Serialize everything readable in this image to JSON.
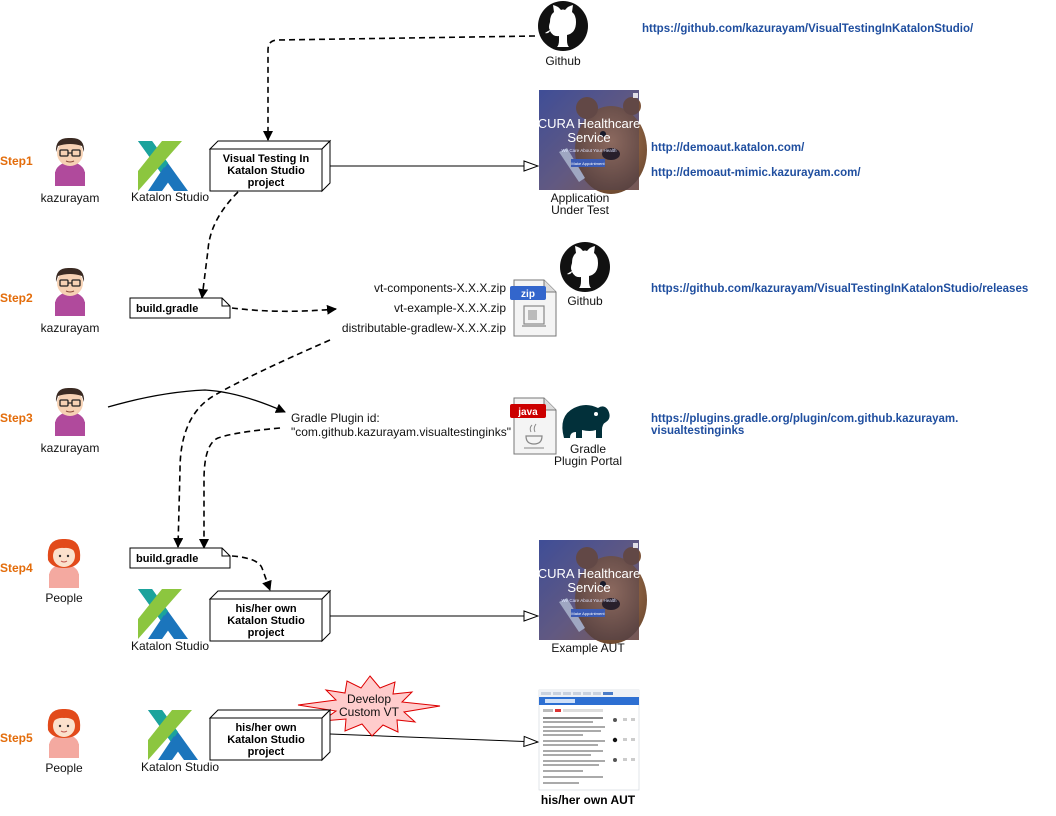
{
  "colors": {
    "step": "#e36c0a",
    "link": "#1f4e9f",
    "katalon_green": "#8cc63f",
    "katalon_teal": "#1ba39c",
    "katalon_blue": "#1b75bc",
    "zip_badge": "#3366cc",
    "java_badge": "#cc0000",
    "gradle": "#02303a",
    "burst": "#ffcccc",
    "burst_stroke": "#dd0000"
  },
  "github_top": {
    "label": "Github",
    "url": "https://github.com/kazurayam/VisualTestingInKatalonStudio/"
  },
  "steps": {
    "s1": "Step1",
    "s2": "Step2",
    "s3": "Step3",
    "s4": "Step4",
    "s5": "Step5"
  },
  "actors": {
    "a1": "kazurayam",
    "a2": "kazurayam",
    "a3": "kazurayam",
    "p4": "People",
    "p5": "People"
  },
  "katalon": {
    "k1": "Katalon Studio",
    "k4": "Katalon Studio",
    "k5": "Katalon Studio"
  },
  "projects": {
    "p1": [
      "Visual Testing In",
      "Katalon Studio",
      "project"
    ],
    "p4": [
      "his/her own",
      "Katalon Studio",
      "project"
    ],
    "p5": [
      "his/her own",
      "Katalon Studio",
      "project"
    ]
  },
  "aut1": {
    "screen_title": [
      "CURA Healthcare",
      "Service"
    ],
    "screen_sub": "We Care About Your Health",
    "screen_btn": "Make Appointment",
    "label": [
      "Application",
      "Under Test"
    ],
    "urls": [
      "http://demoaut.katalon.com/",
      "http://demoaut-mimic.kazurayam.com/"
    ]
  },
  "step2": {
    "file": "build.gradle",
    "zip_badge": "zip",
    "zips": [
      "vt-components-X.X.X.zip",
      "vt-example-X.X.X.zip",
      "distributable-gradlew-X.X.X.zip"
    ],
    "github_label": "Github",
    "url": "https://github.com/kazurayam/VisualTestingInKatalonStudio/releases"
  },
  "step3": {
    "plugin_lines": [
      "Gradle Plugin id:",
      "\"com.github.kazurayam.visualtestinginks\""
    ],
    "java_badge": "java",
    "portal_label": [
      "Gradle",
      "Plugin Portal"
    ],
    "url_lines": [
      "https://plugins.gradle.org/plugin/com.github.kazurayam.",
      "visualtestinginks"
    ]
  },
  "step4": {
    "file": "build.gradle",
    "screen_title": [
      "CURA Healthcare",
      "Service"
    ],
    "screen_sub": "We Care About Your Health",
    "screen_btn": "Make Appointment",
    "aut_label": "Example AUT"
  },
  "step5": {
    "burst": [
      "Develop",
      "Custom VT"
    ],
    "aut_label": "his/her own AUT"
  }
}
